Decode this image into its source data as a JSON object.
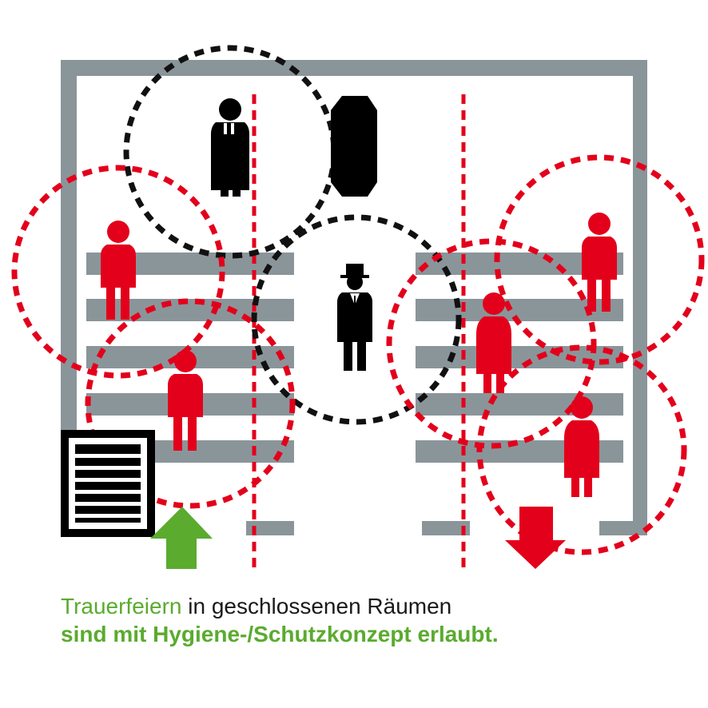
{
  "caption": {
    "highlight": "Trauerfeiern",
    "line1_rest": " in geschlossenen Räumen",
    "line2": "sind mit Hygiene-/Schutzkonzept erlaubt."
  },
  "colors": {
    "wall": "#8a959a",
    "attendee": "#e3001b",
    "staff": "#000000",
    "accent_green": "#5aab2e",
    "text": "#1a1a1a",
    "circle_attendee": "#e3001b",
    "circle_staff": "#111111"
  },
  "icons": {
    "priest": "priest-icon",
    "coffin": "coffin-icon",
    "undertaker": "undertaker-icon",
    "attendee": "person-icon",
    "notice": "document-icon",
    "entrance": "arrow-up-icon",
    "exit": "arrow-down-icon"
  }
}
